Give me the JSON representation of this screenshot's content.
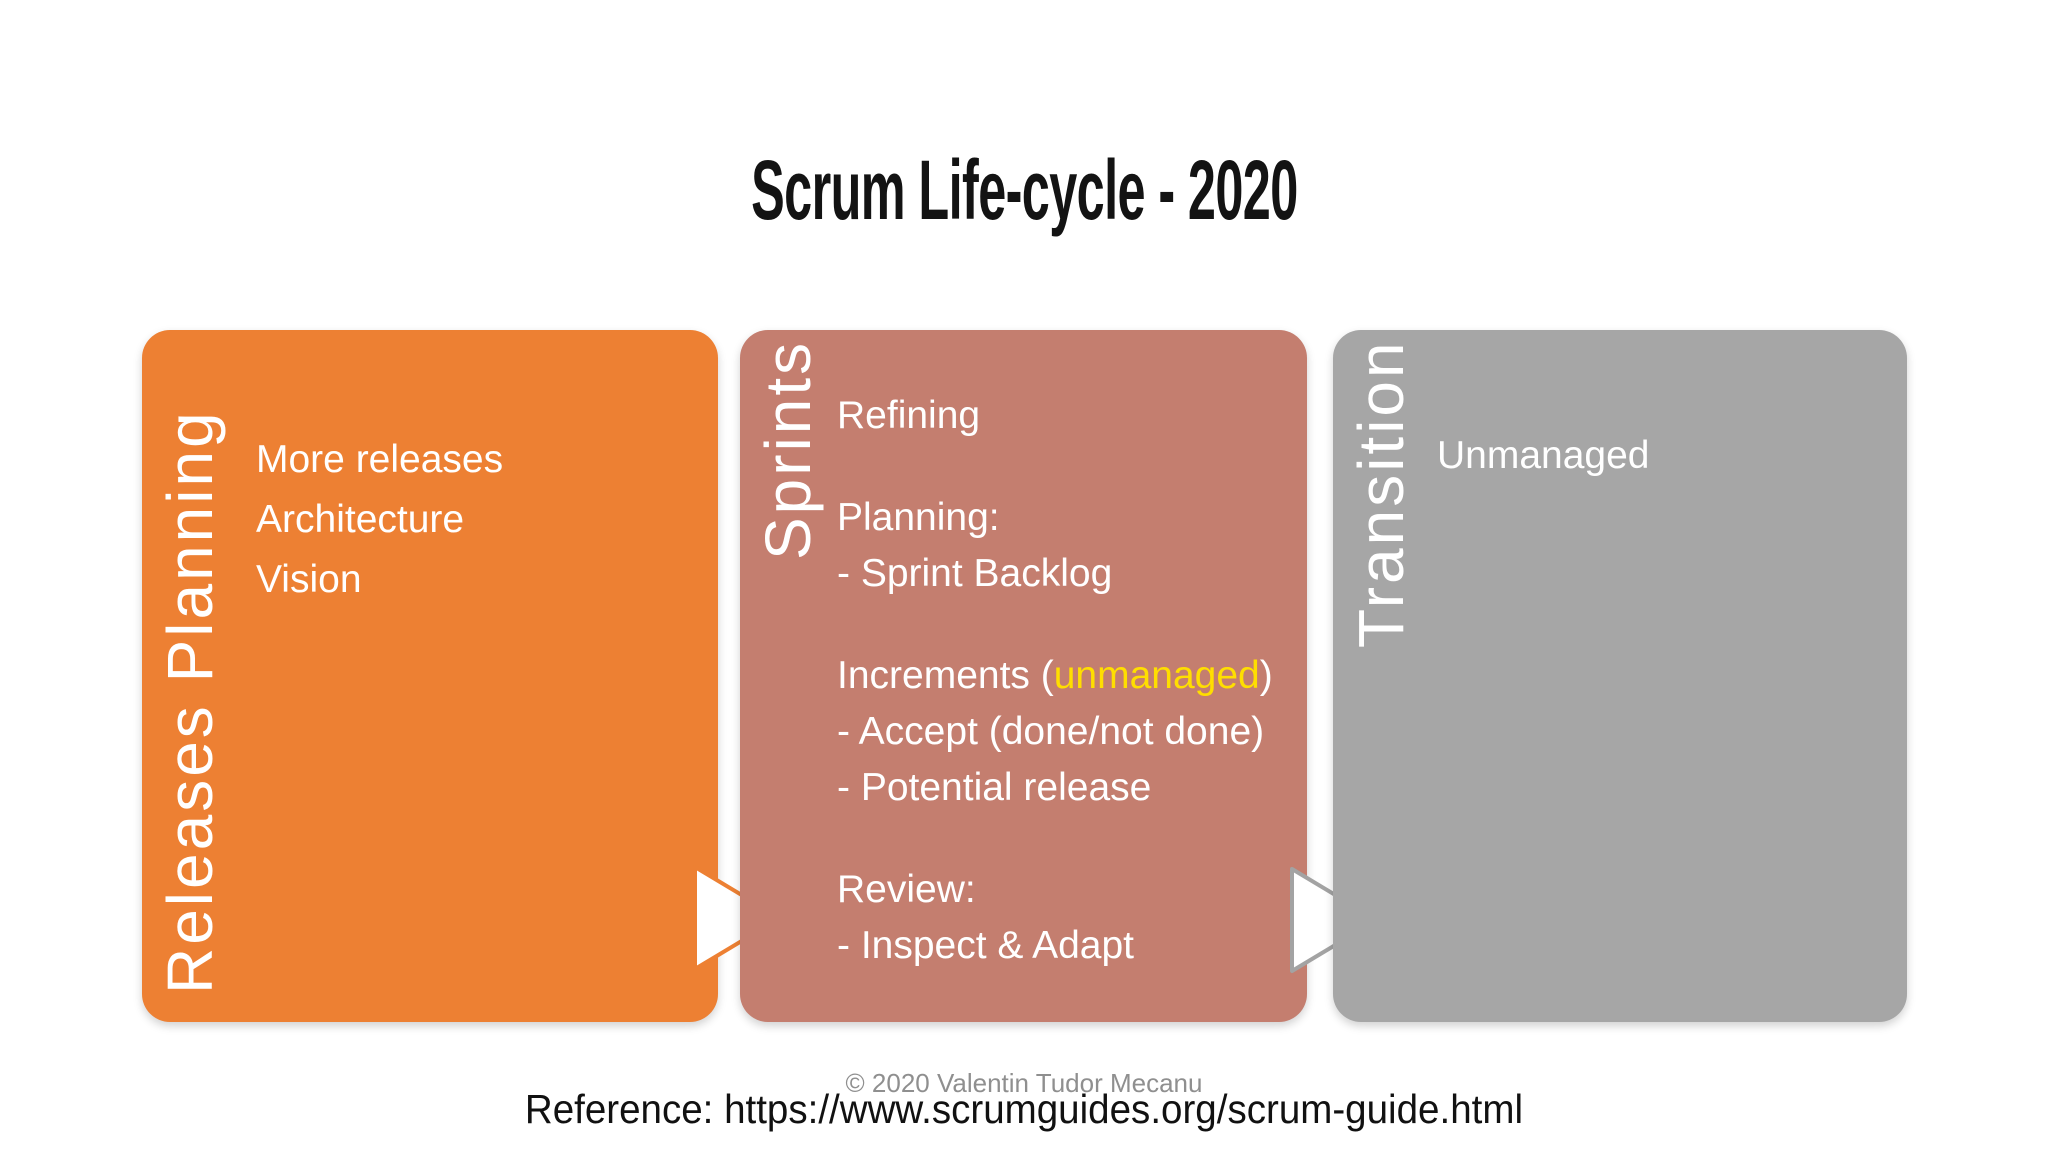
{
  "title": "Scrum Life-cycle - 2020",
  "colors": {
    "releases_box": "#ED8033",
    "sprints_box": "#C47E6F",
    "transition_box": "#A6A6A6",
    "highlight_yellow": "#FFDE00",
    "label_text": "#FFFFFF",
    "watermark_gray": "#8F8F8F"
  },
  "stages": {
    "releases_planning": {
      "label": "Releases Planning",
      "items": [
        "More releases",
        "Architecture",
        "Vision"
      ]
    },
    "sprints": {
      "label": "Sprints",
      "lines": {
        "refining": "Refining",
        "planning": "Planning:",
        "sprint_backlog": "- Sprint Backlog",
        "increments_prefix": "Increments (",
        "increments_highlight": "unmanaged",
        "increments_suffix": ")",
        "accept": "- Accept (done/not done)",
        "potential": "- Potential release",
        "review": "Review:",
        "inspect": "- Inspect & Adapt"
      }
    },
    "transition": {
      "label": "Transition",
      "items": [
        "Unmanaged"
      ]
    }
  },
  "footer": {
    "watermark": "© 2020 Valentin Tudor Mecanu",
    "reference": "Reference: https://www.scrumguides.org/scrum-guide.html"
  }
}
